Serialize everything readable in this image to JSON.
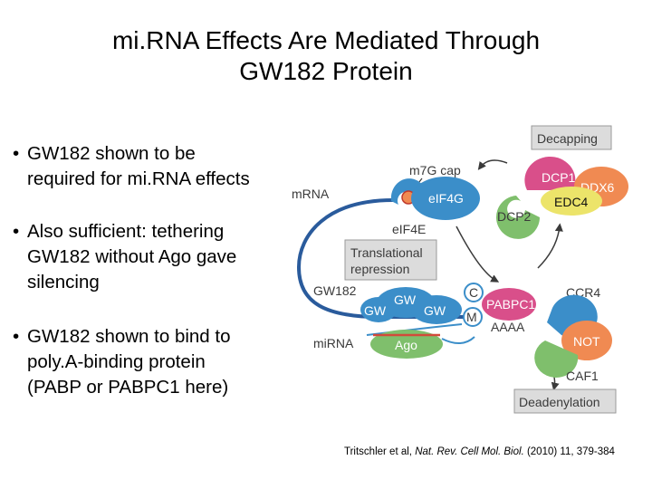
{
  "slide": {
    "title_line1": "mi.RNA Effects Are Mediated Through",
    "title_line2": "GW182 Protein",
    "bullets": [
      {
        "marker": "•",
        "text": "GW182 shown to be\nrequired for mi.RNA effects"
      },
      {
        "marker": "•",
        "text": "Also sufficient: tethering\nGW182 without Ago gave\nsilencing"
      },
      {
        "marker": "•",
        "text": "GW182 shown to bind to\npoly.A-binding protein\n(PABP or PABPC1 here)"
      }
    ],
    "citation": {
      "pre": "Tritschler et al, ",
      "journal": "Nat. Rev. Cell Mol. Biol.",
      "post": " (2010) 11, 379-384"
    }
  },
  "diagram": {
    "labels": {
      "m7g_cap": "m7G cap",
      "mrna": "mRNA",
      "eif4g": "eIF4G",
      "eif4e": "eIF4E",
      "decapping": "Decapping",
      "dcp1": "DCP1",
      "ddx6": "DDX6",
      "edc4": "EDC4",
      "dcp2": "DCP2",
      "translational_repression_1": "Translational",
      "translational_repression_2": "repression",
      "gw182": "GW182",
      "gw": "GW",
      "c": "C",
      "m": "M",
      "pabpc1": "PABPC1",
      "aaaa": "AAAA",
      "ccr4": "CCR4",
      "mirna": "miRNA",
      "ago": "Ago",
      "not": "NOT",
      "caf1": "CAF1",
      "deadenylation": "Deadenylation"
    },
    "colors": {
      "blue_protein": "#3b8ec9",
      "mrna_line": "#2a5b9c",
      "green_protein": "#7fbf6c",
      "pink_protein": "#d94f8a",
      "orange_protein": "#f08a52",
      "yellow_protein": "#ece46a",
      "label_box": "#dcdcdc",
      "mirna_red": "#d24a3a"
    }
  }
}
